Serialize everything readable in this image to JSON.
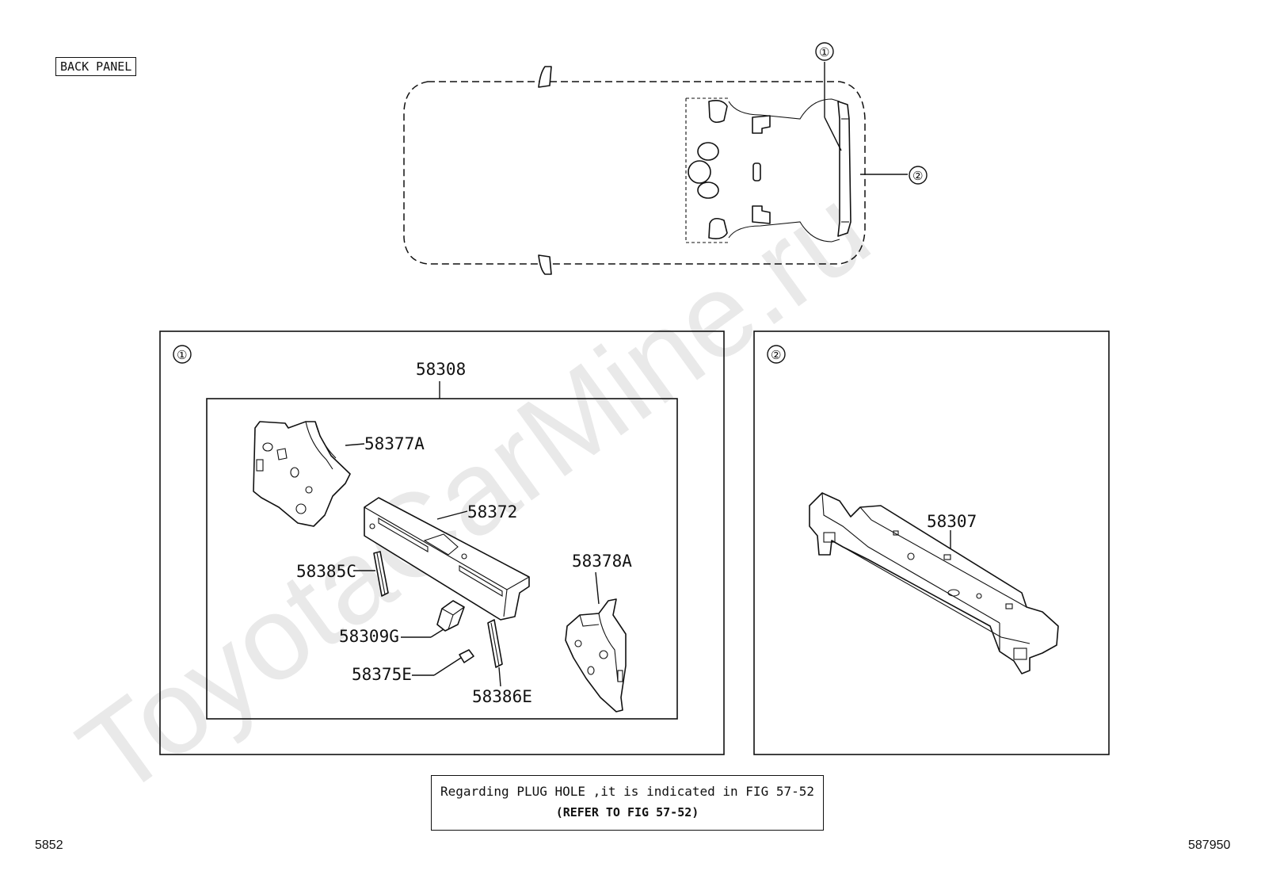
{
  "header": {
    "section_tag": "BACK PANEL"
  },
  "watermark": {
    "text": "ToyotaCarMine.ru"
  },
  "callouts": {
    "one": "①",
    "two": "②"
  },
  "panel1": {
    "index": "①",
    "assembly_label": "58308",
    "parts": {
      "p58377a": "58377A",
      "p58372": "58372",
      "p58385c": "58385C",
      "p58378a": "58378A",
      "p58309g": "58309G",
      "p58375e": "58375E",
      "p58386e": "58386E"
    }
  },
  "panel2": {
    "index": "②",
    "parts": {
      "p58307": "58307"
    }
  },
  "note": {
    "line1": "Regarding PLUG HOLE ,it is indicated in FIG 57-52",
    "line2": "(REFER TO FIG 57-52)"
  },
  "footer": {
    "left_code": "5852",
    "right_code": "587950"
  }
}
